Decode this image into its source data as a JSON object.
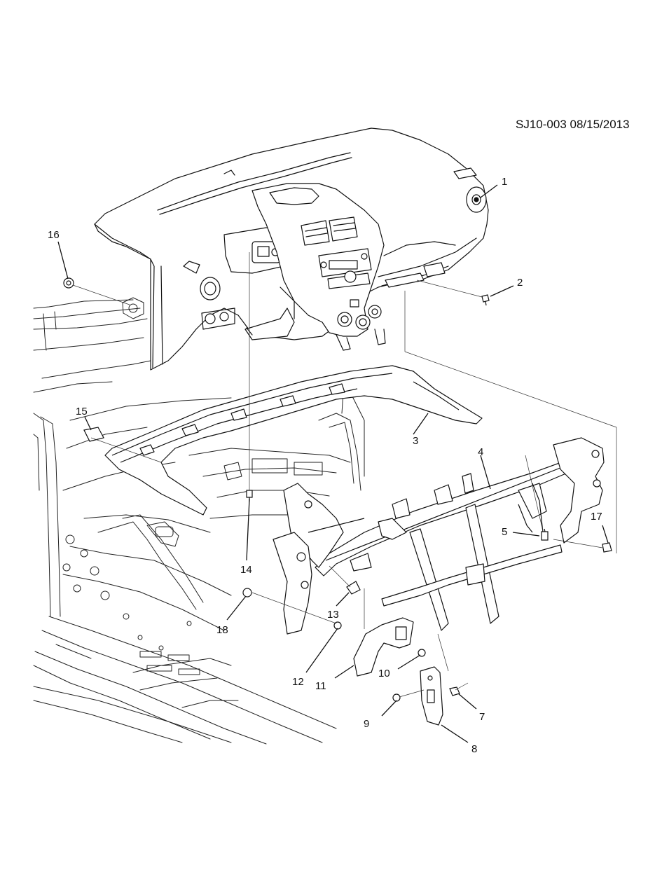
{
  "document_id": "SJ10-003 08/15/2013",
  "callouts": [
    {
      "id": "callout-1",
      "label": "1"
    },
    {
      "id": "callout-2",
      "label": "2"
    },
    {
      "id": "callout-3",
      "label": "3"
    },
    {
      "id": "callout-4",
      "label": "4"
    },
    {
      "id": "callout-5",
      "label": "5"
    },
    {
      "id": "callout-7",
      "label": "7"
    },
    {
      "id": "callout-8",
      "label": "8"
    },
    {
      "id": "callout-9",
      "label": "9"
    },
    {
      "id": "callout-10",
      "label": "10"
    },
    {
      "id": "callout-11",
      "label": "11"
    },
    {
      "id": "callout-12",
      "label": "12"
    },
    {
      "id": "callout-13",
      "label": "13"
    },
    {
      "id": "callout-14",
      "label": "14"
    },
    {
      "id": "callout-15",
      "label": "15"
    },
    {
      "id": "callout-16",
      "label": "16"
    },
    {
      "id": "callout-17",
      "label": "17"
    },
    {
      "id": "callout-18",
      "label": "18"
    }
  ]
}
